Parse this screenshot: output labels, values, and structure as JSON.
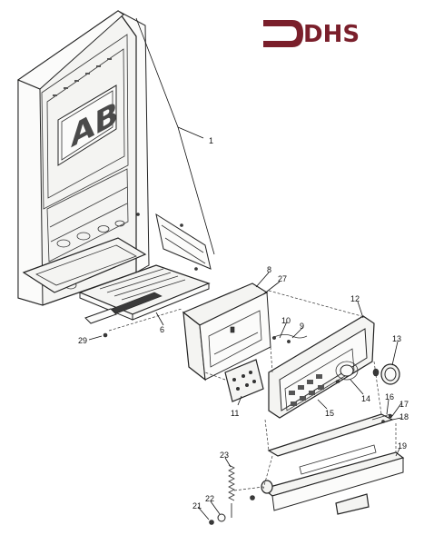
{
  "logo": {
    "text": "DHS",
    "color": "#7a1f2b"
  },
  "emblem": {
    "text": "AB"
  },
  "callouts": [
    {
      "id": "1",
      "label": "1"
    },
    {
      "id": "6",
      "label": "6"
    },
    {
      "id": "8",
      "label": "8"
    },
    {
      "id": "9",
      "label": "9"
    },
    {
      "id": "10",
      "label": "10"
    },
    {
      "id": "11",
      "label": "11"
    },
    {
      "id": "12",
      "label": "12"
    },
    {
      "id": "13",
      "label": "13"
    },
    {
      "id": "14",
      "label": "14"
    },
    {
      "id": "15",
      "label": "15"
    },
    {
      "id": "16",
      "label": "16"
    },
    {
      "id": "17",
      "label": "17"
    },
    {
      "id": "18",
      "label": "18"
    },
    {
      "id": "19",
      "label": "19"
    },
    {
      "id": "21",
      "label": "21"
    },
    {
      "id": "22",
      "label": "22"
    },
    {
      "id": "23",
      "label": "23"
    },
    {
      "id": "27",
      "label": "27"
    },
    {
      "id": "29",
      "label": "29"
    }
  ]
}
